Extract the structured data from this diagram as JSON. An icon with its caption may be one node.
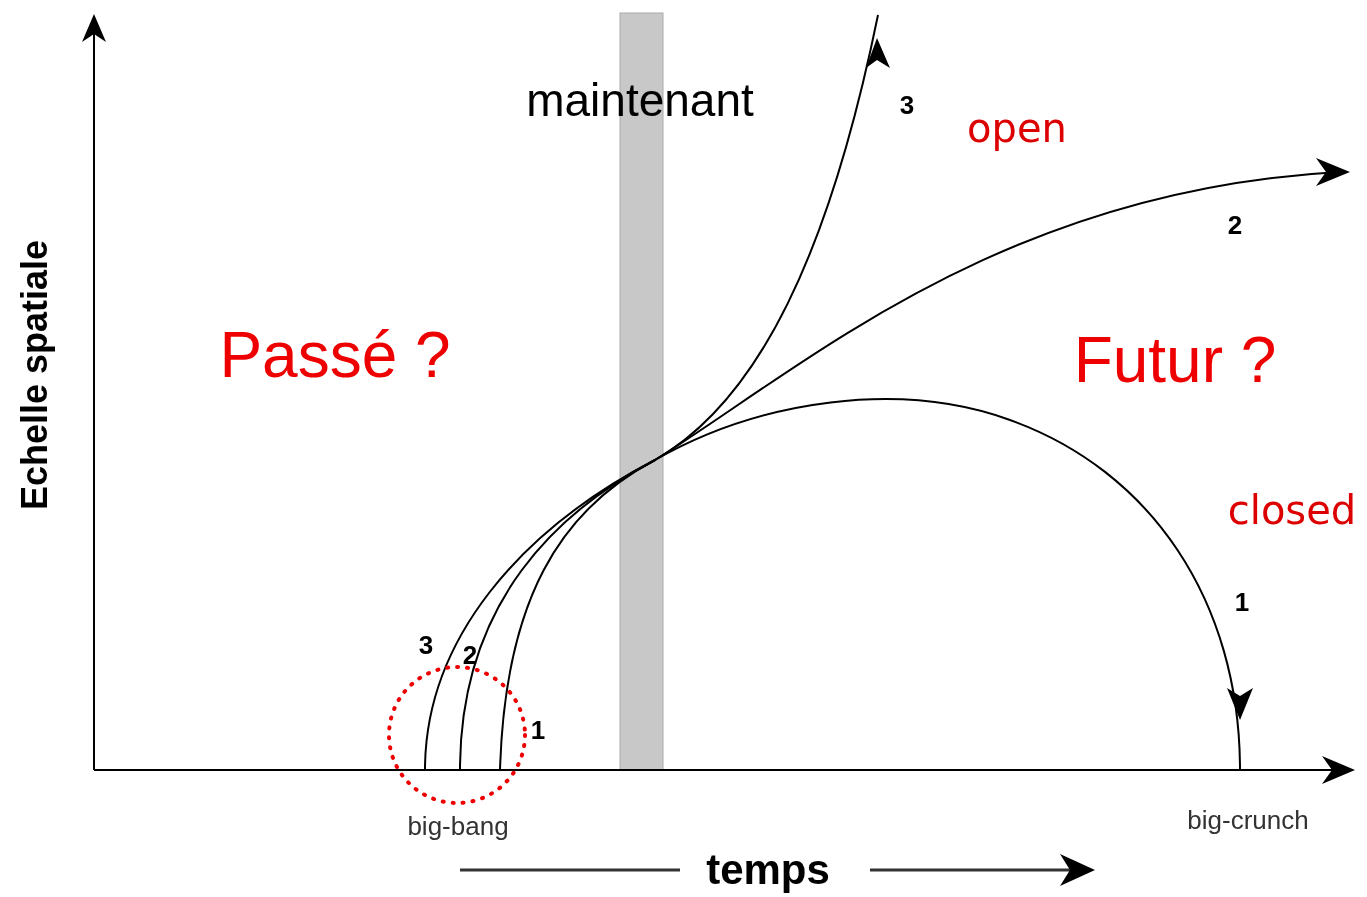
{
  "diagram": {
    "nodes": [
      {
        "text": [],
        "shape": "bar"
      },
      {
        "text": [],
        "shape": "circle"
      }
    ],
    "labels": [
      "maintenant",
      "3",
      "open",
      "2",
      "Passé ?",
      "Futur ?",
      "Echelle spatiale",
      "closed",
      "1",
      "3",
      "2",
      "1",
      "big-bang",
      "big-crunch",
      "temps"
    ]
  }
}
